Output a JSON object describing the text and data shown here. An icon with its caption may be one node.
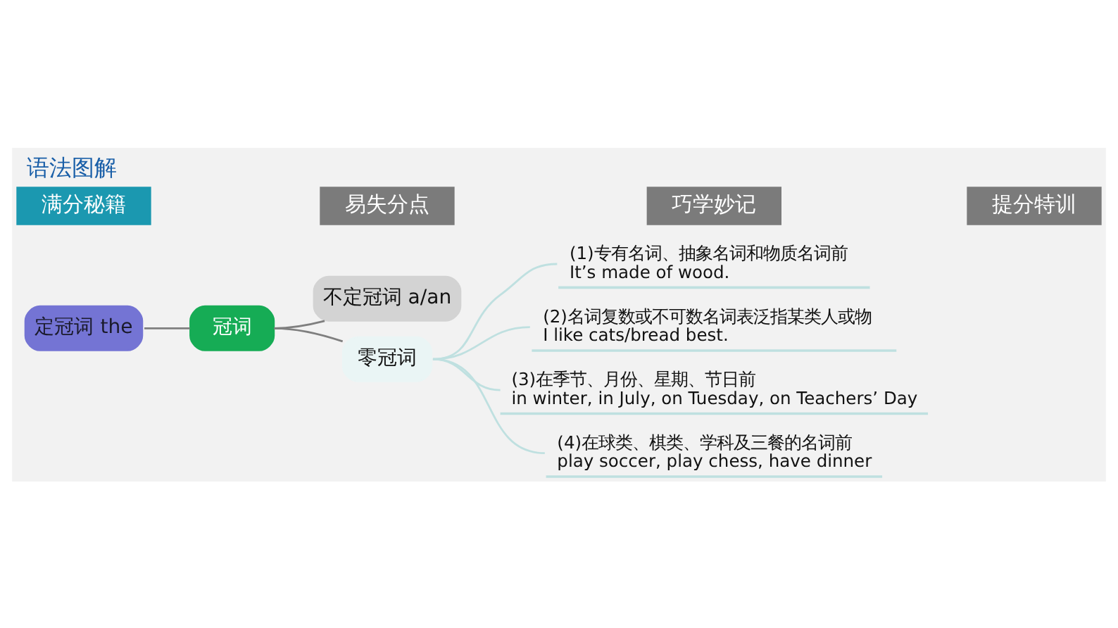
{
  "diagram": {
    "title": "语法图解",
    "nodes": [
      {
        "text": [
          "满分秘籍"
        ]
      },
      {
        "text": [
          "易失分点"
        ]
      },
      {
        "text": [
          "巧学妙记"
        ]
      },
      {
        "text": [
          "提分特训"
        ]
      },
      {
        "text": [
          "定冠词 the"
        ]
      },
      {
        "text": [
          "冠词"
        ]
      },
      {
        "text": [
          "不定冠词 a/an"
        ]
      },
      {
        "text": [
          "零冠词"
        ]
      },
      {
        "text": [
          "(1)专有名词、抽象名词和物质名词前",
          "It’s made of wood."
        ]
      },
      {
        "text": [
          "(2)名词复数或不可数名词表泛指某类人或物",
          "I like cats/bread best."
        ]
      },
      {
        "text": [
          "(3)在季节、月份、星期、节日前",
          "in winter, in July, on Tuesday, on Teachers’ Day"
        ]
      },
      {
        "text": [
          "(4)在球类、棋类、学科及三餐的名词前",
          "play soccer, play chess, have dinner"
        ]
      }
    ],
    "edges": [
      {
        "from": 4,
        "to": 5,
        "arrow": "none",
        "color": "#7f7f7f"
      },
      {
        "from": 5,
        "to": 6,
        "arrow": "none",
        "color": "#7f7f7f"
      },
      {
        "from": 5,
        "to": 7,
        "arrow": "none",
        "color": "#7f7f7f"
      },
      {
        "from": 7,
        "to": 8,
        "arrow": "none"
      },
      {
        "from": 7,
        "to": 9,
        "arrow": "none"
      },
      {
        "from": 7,
        "to": 10,
        "arrow": "none"
      },
      {
        "from": 7,
        "to": 11,
        "arrow": "none"
      }
    ]
  }
}
